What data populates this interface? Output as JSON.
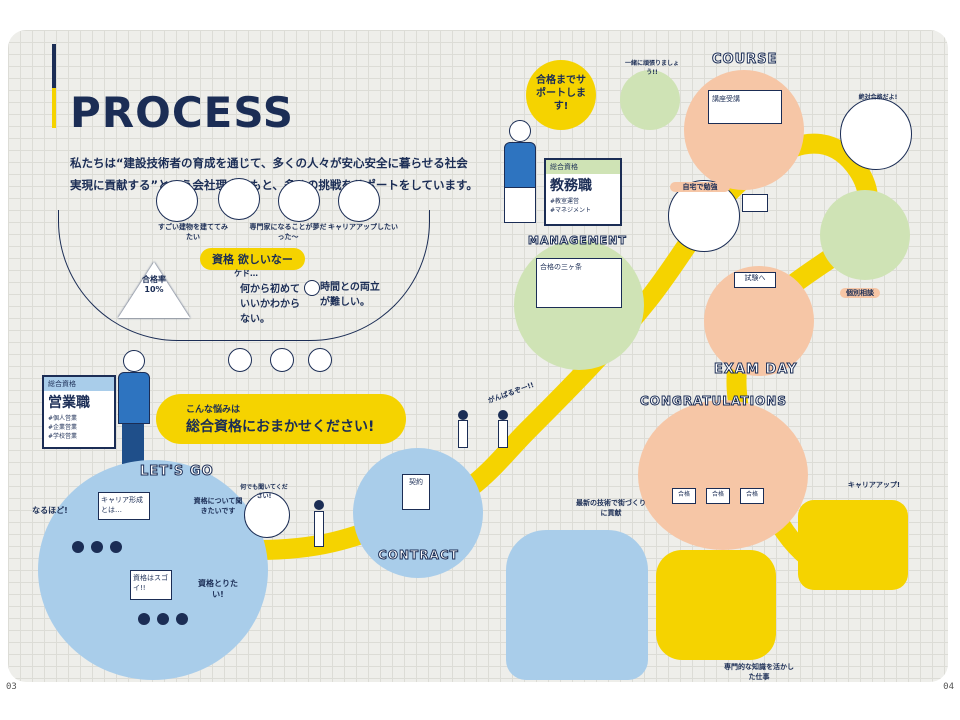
{
  "header": {
    "title": "PROCESS",
    "intro_line1": "私たちは“建設技術者の育成を通じて、多くの人々が安心安全に暮らせる社会",
    "intro_line2": "実現に貢献する”という会社理念のもと、多くの挑戦をサポートをしています。"
  },
  "worries": {
    "top1": "すごい建物を建ててみたい",
    "top2": "専門家になることが夢だった〜",
    "top3": "キャリアアップしたい",
    "pill": "資格 欲しいなー",
    "sub": "ケド…",
    "pass_rate": "合格率 10%",
    "q1": "何から初めていいかわからない。",
    "q2": "時間との両立が難しい。"
  },
  "sales_card": {
    "tag": "総合資格",
    "title": "営業職",
    "items": [
      "#個人営業",
      "#企業営業",
      "#学校営業"
    ]
  },
  "solution": {
    "lead": "こんな悩みは",
    "main": "総合資格におまかせください!"
  },
  "letsgo": {
    "label": "LET'S GO",
    "b1": "なるほど!",
    "b2": "キャリア形成とは…",
    "b3": "資格について聞きたいです",
    "b4": "何でも聞いてください!",
    "b5": "資格はスゴイ!!",
    "b6": "資格とりたい!"
  },
  "contract": {
    "label": "CONTRACT",
    "doc": "契約"
  },
  "cheer": "がんばるぞー!!",
  "support": {
    "text": "合格までサポートします!"
  },
  "management_card": {
    "tag": "総合資格",
    "title": "教務職",
    "items": [
      "#教室運営",
      "#マネジメント"
    ]
  },
  "management": {
    "label": "MANAGEMENT",
    "board": "合格の三ヶ条"
  },
  "course": {
    "label": "COURSE",
    "board": "講座受講",
    "bubble": "一緒に頑張りましょう!!"
  },
  "study": {
    "home": "自宅で勉強",
    "encourage": "絶対合格だよ!"
  },
  "exam": {
    "label": "EXAM DAY",
    "sign": "試験へ",
    "consult": "個別相談"
  },
  "congrats": {
    "label": "CONGRATULATIONS",
    "signs": [
      "合格",
      "合格",
      "合格"
    ]
  },
  "career": {
    "up": "キャリアアップ!",
    "tech": "最新の技術で街づくりに貢献",
    "expert": "専門的な知識を活かした仕事"
  },
  "pages": {
    "left": "03",
    "right": "04"
  },
  "colors": {
    "navy": "#1b2d55",
    "yellow": "#f5d300",
    "blue": "#a9cdea",
    "green": "#cfe3b5",
    "peach": "#f6c6a6"
  }
}
